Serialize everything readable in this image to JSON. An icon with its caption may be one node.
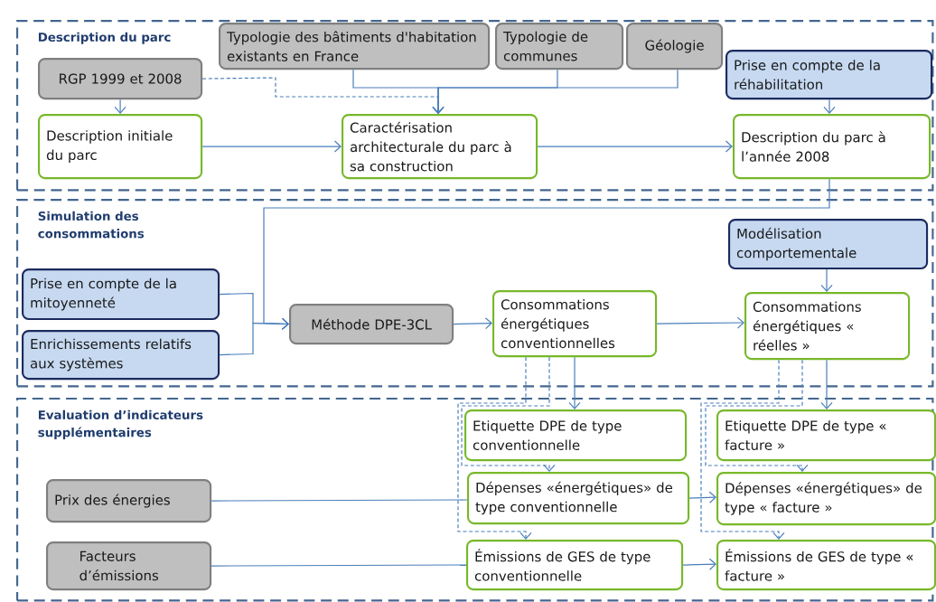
{
  "diagram": {
    "nodes": [
      {
        "text": [
          "Description du parc"
        ]
      },
      {
        "text": [
          "Typologie des bâtiments d'habitation existants en France"
        ],
        "in": 0
      },
      {
        "text": [
          "Typologie de communes"
        ],
        "in": 0
      },
      {
        "text": [
          "Géologie"
        ],
        "in": 0
      },
      {
        "text": [
          "RGP 1999 et 2008"
        ],
        "in": 0
      },
      {
        "text": [
          "Prise en compte de la réhabilitation"
        ],
        "in": 0
      },
      {
        "text": [
          "Description initiale du parc"
        ],
        "in": 0
      },
      {
        "text": [
          "Caractérisation architecturale du parc à sa construction"
        ],
        "in": 0
      },
      {
        "text": [
          "Description du parc à l’année 2008"
        ],
        "in": 0
      },
      {
        "text": [
          "Simulation des consommations"
        ]
      },
      {
        "text": [
          "Modélisation comportementale"
        ],
        "in": 9
      },
      {
        "text": [
          "Prise en compte de la mitoyenneté"
        ],
        "in": 9
      },
      {
        "text": [
          "Méthode DPE-3CL"
        ],
        "in": 9
      },
      {
        "text": [
          "Consommations énergétiques conventionnelles"
        ],
        "in": 9
      },
      {
        "text": [
          "Consommations énergétiques « réelles »"
        ],
        "in": 9
      },
      {
        "text": [
          "Enrichissements relatifs aux systèmes"
        ],
        "in": 9
      },
      {
        "text": [
          "Evaluation d’indicateurs supplémentaires"
        ]
      },
      {
        "text": [
          "Etiquette DPE de type conventionnelle"
        ],
        "in": 16
      },
      {
        "text": [
          "Etiquette DPE de type « facture »"
        ],
        "in": 16
      },
      {
        "text": [
          "Prix des énergies"
        ],
        "in": 16
      },
      {
        "text": [
          "Dépenses «énergétiques» de type conventionnelle"
        ],
        "in": 16
      },
      {
        "text": [
          "Dépenses «énergétiques» de type « facture »"
        ],
        "in": 16
      },
      {
        "text": [
          "Facteurs d’émissions"
        ],
        "in": 16
      },
      {
        "text": [
          "Émissions de GES de type conventionnelle"
        ],
        "in": 16
      },
      {
        "text": [
          "Émissions de GES de type « facture »"
        ],
        "in": 16
      }
    ],
    "edges": [
      {
        "from": 4,
        "to": 6,
        "arrow": "to"
      },
      {
        "from": 4,
        "to": 7,
        "arrow": "to",
        "style": "dashed"
      },
      {
        "from": 1,
        "to": 7,
        "arrow": "to"
      },
      {
        "from": 2,
        "to": 7,
        "arrow": "to"
      },
      {
        "from": 3,
        "to": 7,
        "arrow": "to"
      },
      {
        "from": 6,
        "to": 7,
        "arrow": "to"
      },
      {
        "from": 7,
        "to": 8,
        "arrow": "to"
      },
      {
        "from": 5,
        "to": 8,
        "arrow": "to"
      },
      {
        "from": 8,
        "to": 12,
        "arrow": "to"
      },
      {
        "from": 11,
        "to": 12,
        "arrow": "to"
      },
      {
        "from": 15,
        "to": 12,
        "arrow": "to"
      },
      {
        "from": 12,
        "to": 13,
        "arrow": "to"
      },
      {
        "from": 13,
        "to": 14,
        "arrow": "to"
      },
      {
        "from": 10,
        "to": 14,
        "arrow": "to"
      },
      {
        "from": 13,
        "to": 17,
        "arrow": "to"
      },
      {
        "from": 13,
        "to": 20,
        "arrow": "to",
        "style": "dashed"
      },
      {
        "from": 13,
        "to": 23,
        "arrow": "to",
        "style": "dashed"
      },
      {
        "from": 14,
        "to": 18,
        "arrow": "to"
      },
      {
        "from": 14,
        "to": 21,
        "arrow": "to",
        "style": "dashed"
      },
      {
        "from": 14,
        "to": 24,
        "arrow": "to",
        "style": "dashed"
      },
      {
        "from": 19,
        "to": 20,
        "arrow": "none"
      },
      {
        "from": 20,
        "to": 21,
        "arrow": "to"
      },
      {
        "from": 22,
        "to": 23,
        "arrow": "none"
      },
      {
        "from": 23,
        "to": 24,
        "arrow": "to"
      }
    ]
  }
}
